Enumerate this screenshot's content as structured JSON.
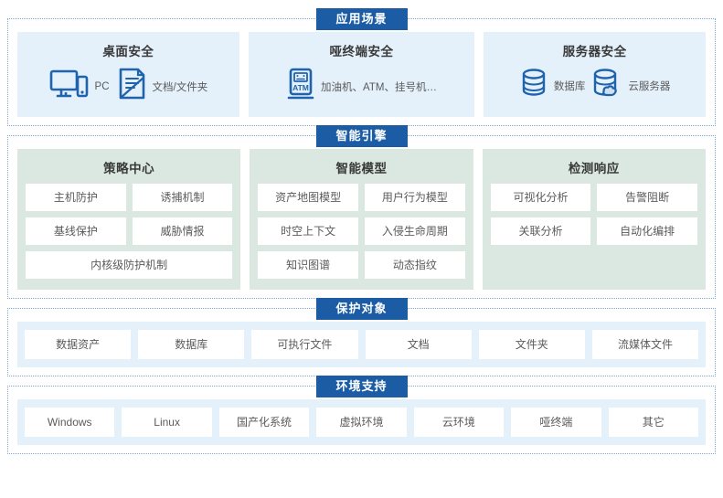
{
  "sections": [
    {
      "badge": "应用场景",
      "cards": [
        {
          "title": "桌面安全",
          "items": [
            {
              "icon": "desktop-pc-icon",
              "label": "PC"
            },
            {
              "icon": "document-folder-icon",
              "label": "文档/文件夹"
            }
          ]
        },
        {
          "title": "哑终端安全",
          "items": [
            {
              "icon": "atm-terminal-icon",
              "label": "加油机、ATM、挂号机…"
            }
          ]
        },
        {
          "title": "服务器安全",
          "items": [
            {
              "icon": "database-icon",
              "label": "数据库"
            },
            {
              "icon": "cloud-server-icon",
              "label": "云服务器"
            }
          ]
        }
      ]
    },
    {
      "badge": "智能引擎",
      "panels": [
        {
          "title": "策略中心",
          "chips": [
            "主机防护",
            "诱捕机制",
            "基线保护",
            "威胁情报",
            "内核级防护机制"
          ],
          "full_index": 4
        },
        {
          "title": "智能模型",
          "chips": [
            "资产地图模型",
            "用户行为模型",
            "时空上下文",
            "入侵生命周期",
            "知识图谱",
            "动态指纹"
          ],
          "full_index": -1
        },
        {
          "title": "检测响应",
          "chips": [
            "可视化分析",
            "告警阻断",
            "关联分析",
            "自动化编排"
          ],
          "full_index": -1
        }
      ]
    },
    {
      "badge": "保护对象",
      "chips": [
        "数据资产",
        "数据库",
        "可执行文件",
        "文档",
        "文件夹",
        "流媒体文件"
      ]
    },
    {
      "badge": "环境支持",
      "chips": [
        "Windows",
        "Linux",
        "国产化系统",
        "虚拟环境",
        "云环境",
        "哑终端",
        "其它"
      ]
    }
  ],
  "colors": {
    "badge_blue": "#1b5ca5",
    "panel_blue": "#e4f0fa",
    "panel_green": "#dbe8e1",
    "dashed_border": "#7fa8d8",
    "icon_blue": "#1f63ad",
    "text_gray": "#5b5b5b"
  }
}
